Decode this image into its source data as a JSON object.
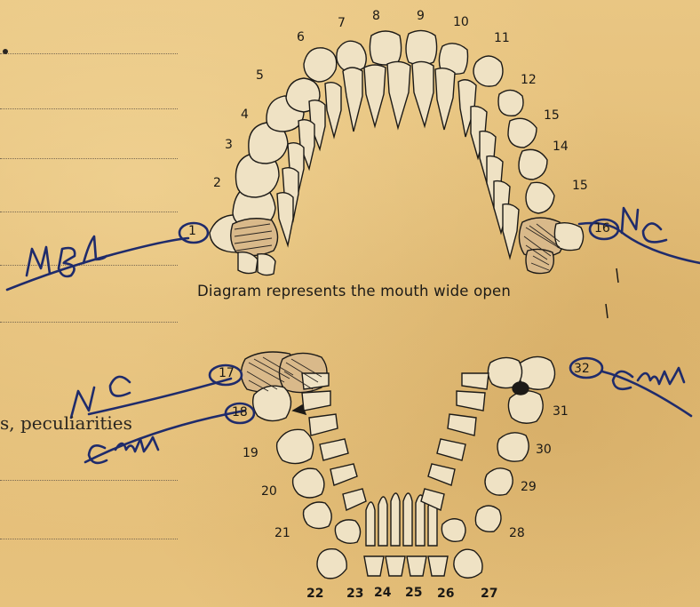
{
  "document": {
    "caption": "Diagram represents the mouth wide open",
    "form_text_fragment": "s, peculiarities",
    "upper_tooth_numbers": [
      "1",
      "2",
      "3",
      "4",
      "5",
      "6",
      "7",
      "8",
      "9",
      "10",
      "11",
      "12",
      "15",
      "14",
      "15",
      "16"
    ],
    "lower_tooth_numbers": [
      "17",
      "18",
      "19",
      "20",
      "21",
      "22",
      "23",
      "24",
      "25",
      "26",
      "27",
      "28",
      "29",
      "30",
      "31",
      "32"
    ],
    "handwritten_annotations": [
      "M B",
      "N C",
      "N C",
      "Cavity",
      "Cavity"
    ]
  },
  "colors": {
    "paper": "#e6c27e",
    "ink": "#1c1a17",
    "handwriting": "#1a2a6b"
  }
}
